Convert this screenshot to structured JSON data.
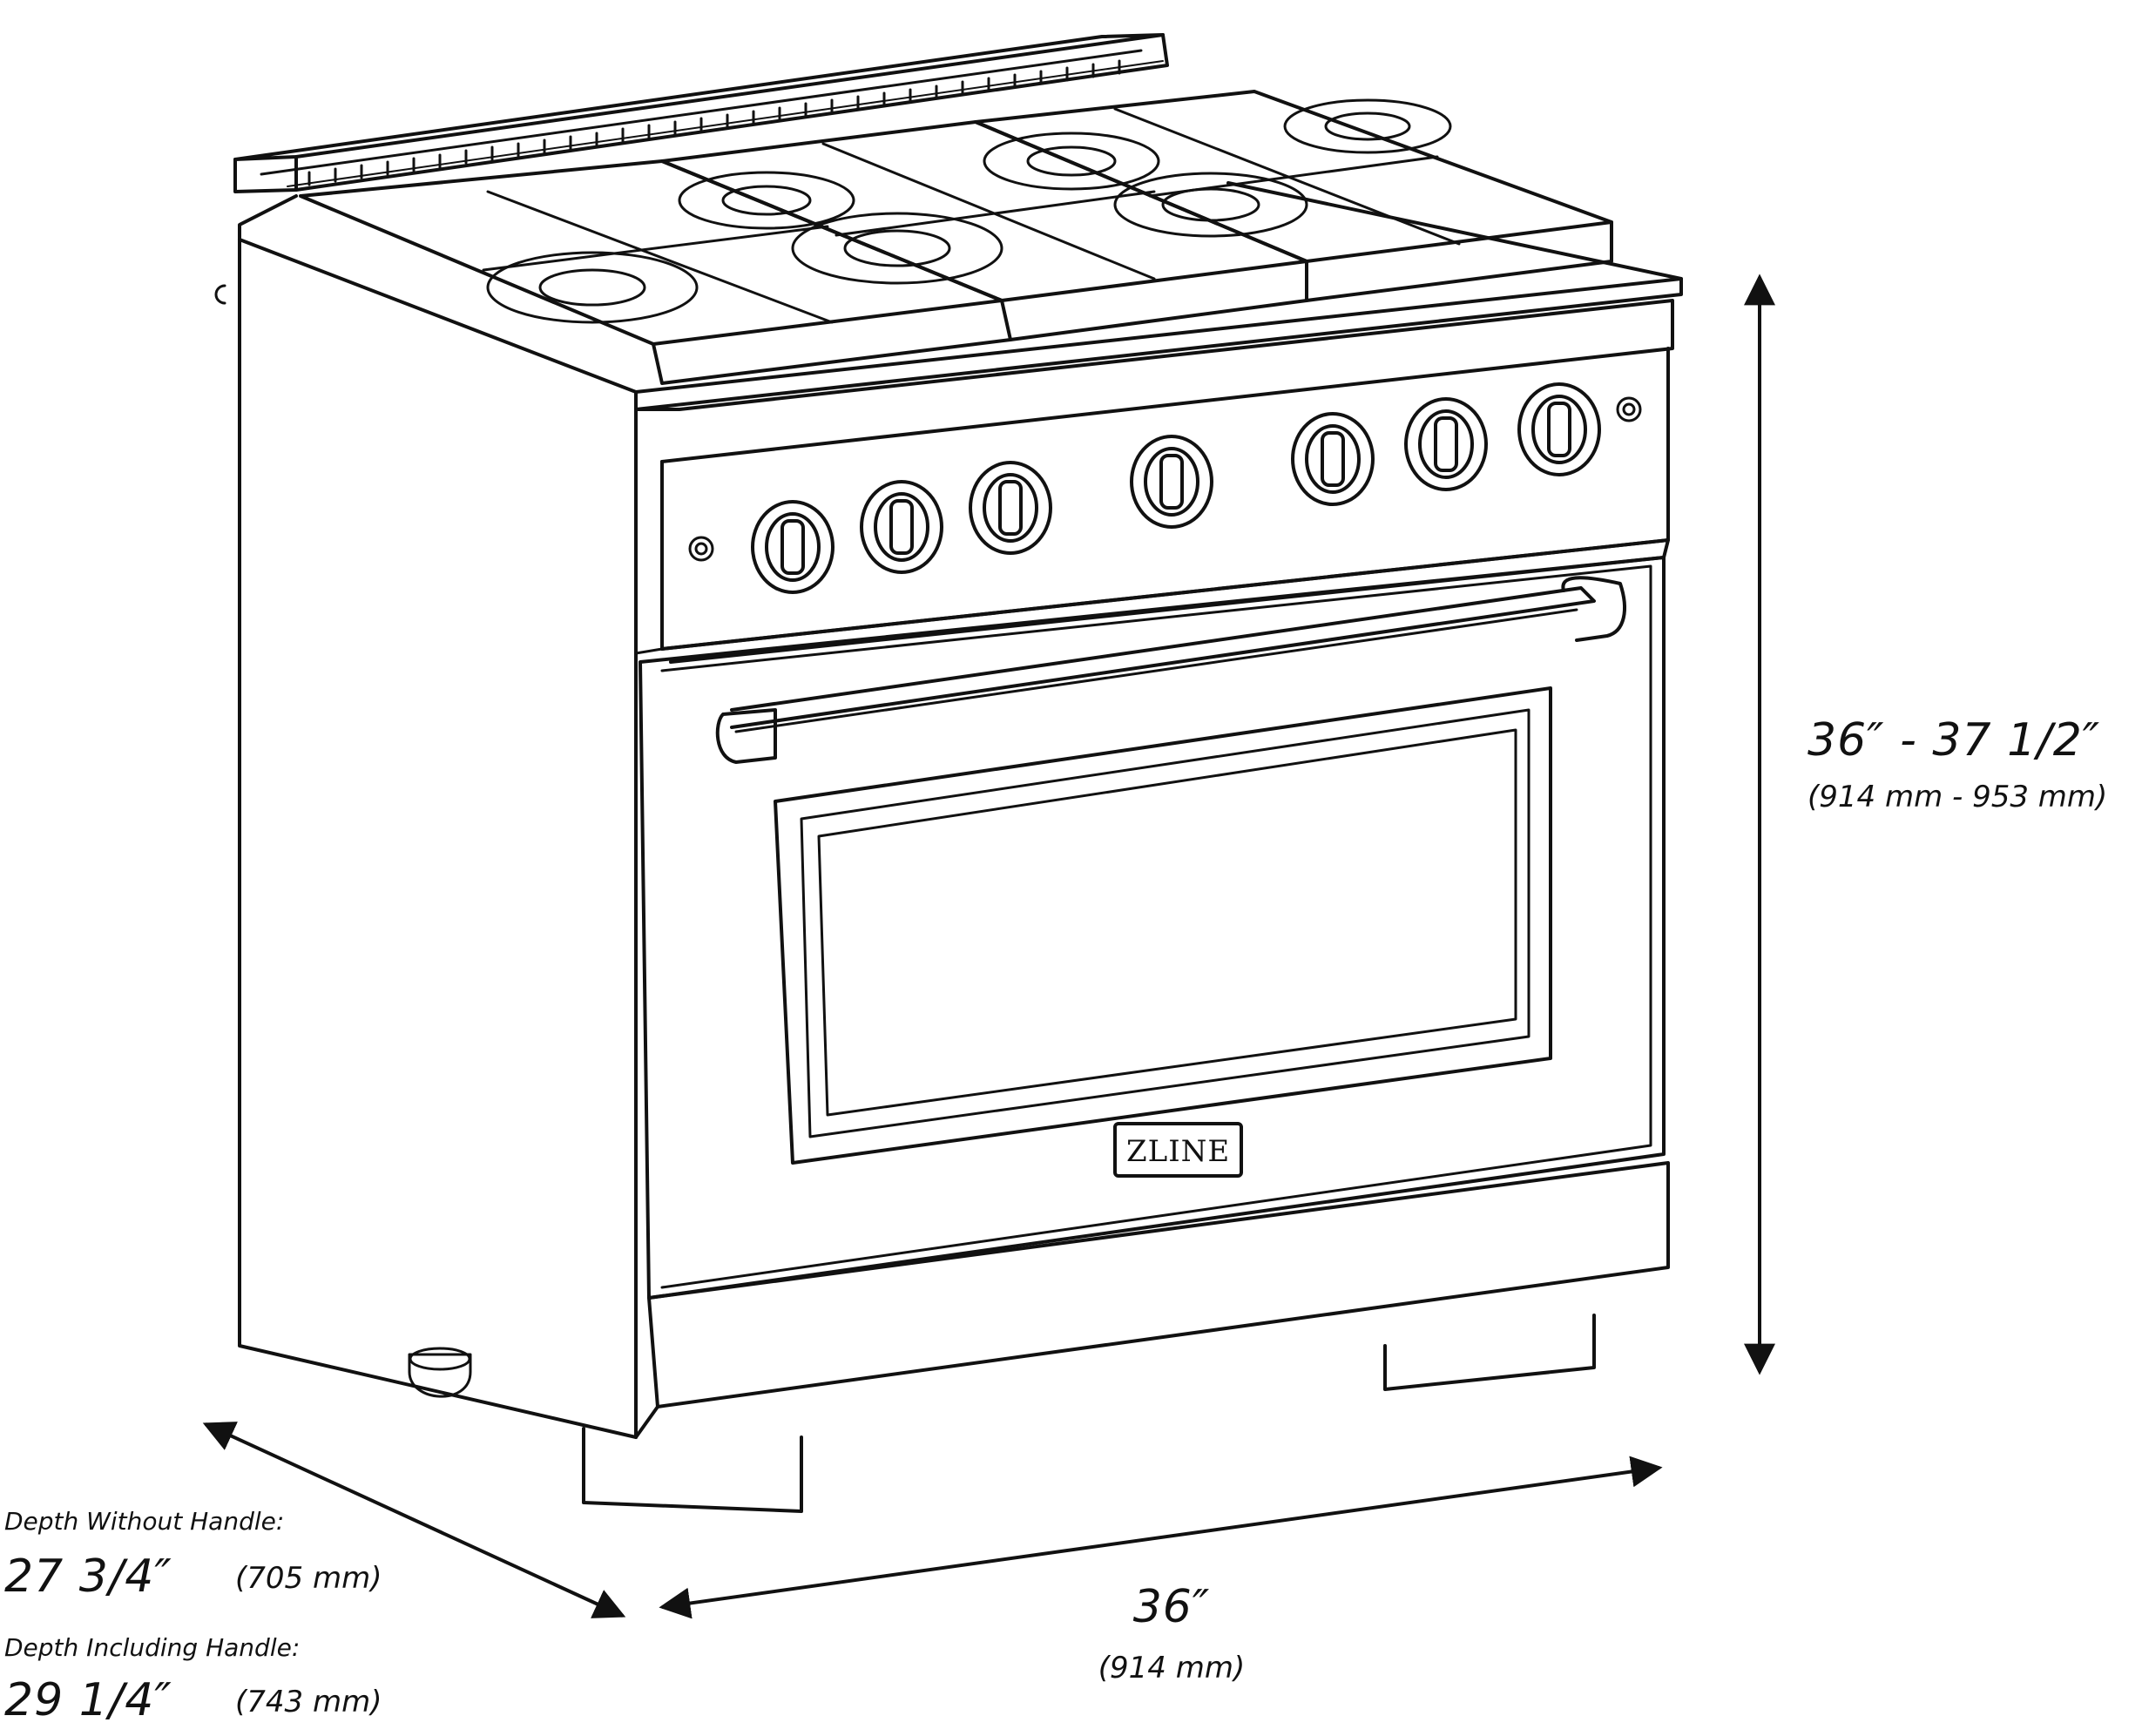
{
  "brand": {
    "logo_text": "ZLINE"
  },
  "dimensions": {
    "height": {
      "imperial": "36″ - 37 1/2″",
      "metric": "(914 mm - 953 mm)"
    },
    "width": {
      "imperial": "36″",
      "metric": "(914 mm)"
    },
    "depth_without_handle": {
      "label": "Depth Without Handle:",
      "imperial": "27 3/4″",
      "metric": "(705 mm)"
    },
    "depth_including_handle": {
      "label": "Depth Including Handle:",
      "imperial": "29 1/4″",
      "metric": "(743 mm)"
    }
  },
  "colors": {
    "line": "#111111",
    "background": "#ffffff"
  },
  "icons": {
    "arrows": "double-headed-arrow-icon",
    "knobs": "control-knob-icon",
    "burners": "burner-grate-icon"
  }
}
